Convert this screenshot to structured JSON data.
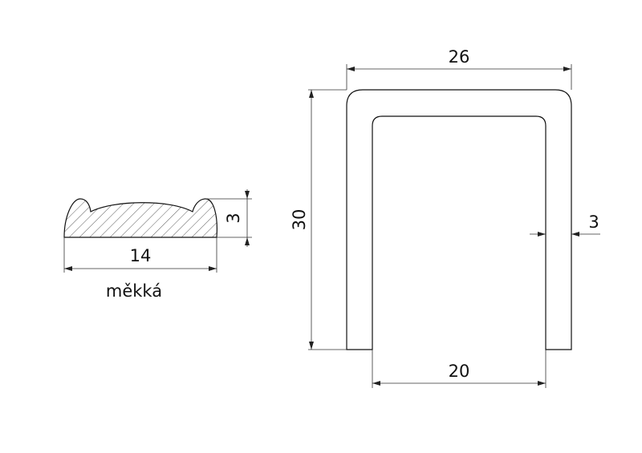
{
  "profile_small": {
    "width_label": "14",
    "height_label": "3",
    "material_label": "měkká"
  },
  "profile_u": {
    "outer_width_label": "26",
    "height_label": "30",
    "inner_width_label": "20",
    "wall_label": "3"
  }
}
